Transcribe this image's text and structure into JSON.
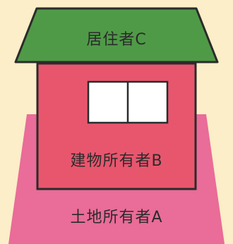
{
  "diagram": {
    "labels": {
      "resident": "居住者C",
      "building_owner": "建物所有者B",
      "land_owner": "土地所有者A"
    },
    "colors": {
      "background": "#fbeec8",
      "land": "#ea6c98",
      "building": "#e8566e",
      "roof": "#4f9a47",
      "window": "#ffffff",
      "outline": "#2b2b2b"
    }
  }
}
